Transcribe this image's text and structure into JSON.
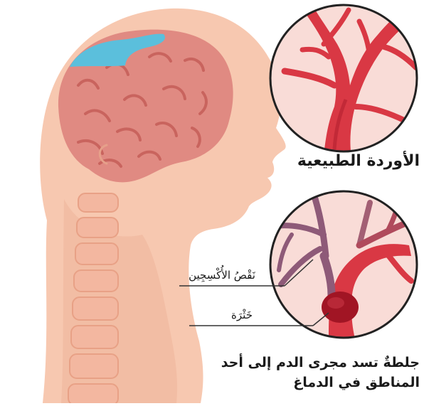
{
  "labels": {
    "normal_veins": "الأوردة الطبيعية",
    "oxygen_deficiency": "نَقْصُ الأُكْسِجِين",
    "clot": "خَثْرَة",
    "caption_line1": "جلطةٌ تسد مجرى الدم إلى أحد",
    "caption_line2": "المناطق في الدماغ"
  },
  "colors": {
    "skin": "#f7c8b0",
    "skin_shadow": "#efb49a",
    "brain": "#e08a82",
    "brain_fold": "#c9645e",
    "affected_area": "#5bbfdc",
    "vessel": "#d93844",
    "vessel_dark": "#b2202e",
    "vessel_deoxygenated": "#8e5a78",
    "circle_bg": "#f9dcd7",
    "circle_border": "#222222",
    "clot": "#a11524"
  }
}
